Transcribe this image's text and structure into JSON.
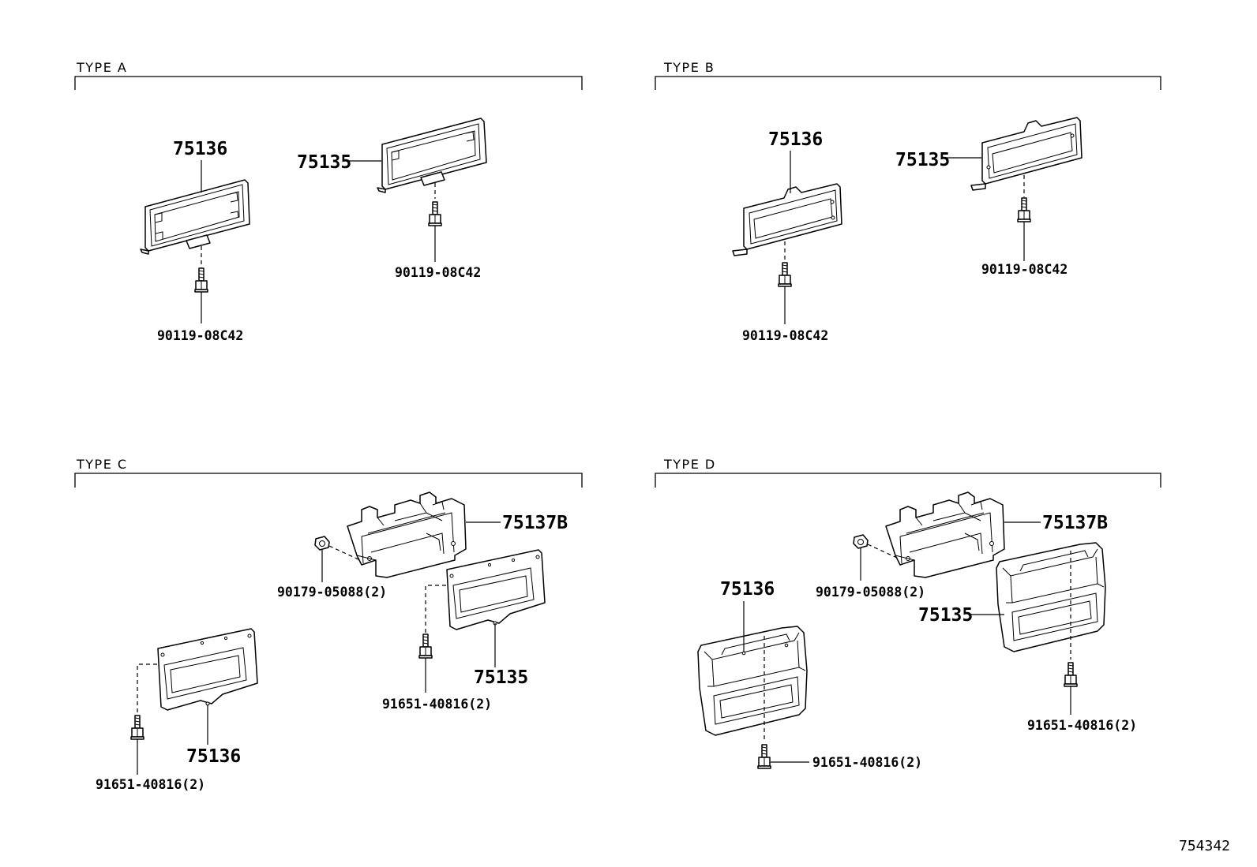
{
  "sections": {
    "type_a": {
      "title": "TYPE A",
      "parts": {
        "p1": "75136",
        "p2": "75135",
        "b1": "90119-08C42",
        "b2": "90119-08C42"
      }
    },
    "type_b": {
      "title": "TYPE B",
      "parts": {
        "p1": "75136",
        "p2": "75135",
        "b1": "90119-08C42",
        "b2": "90119-08C42"
      }
    },
    "type_c": {
      "title": "TYPE C",
      "parts": {
        "p1": "75137B",
        "p2": "75135",
        "p3": "75136",
        "n1": "90179-05088(2)",
        "b1": "91651-40816(2)",
        "b2": "91651-40816(2)"
      }
    },
    "type_d": {
      "title": "TYPE D",
      "parts": {
        "p1": "75137B",
        "p2": "75136",
        "p3": "75135",
        "n1": "90179-05088(2)",
        "b1": "91651-40816(2)",
        "b2": "91651-40816(2)"
      }
    }
  },
  "reference_id": "754342"
}
